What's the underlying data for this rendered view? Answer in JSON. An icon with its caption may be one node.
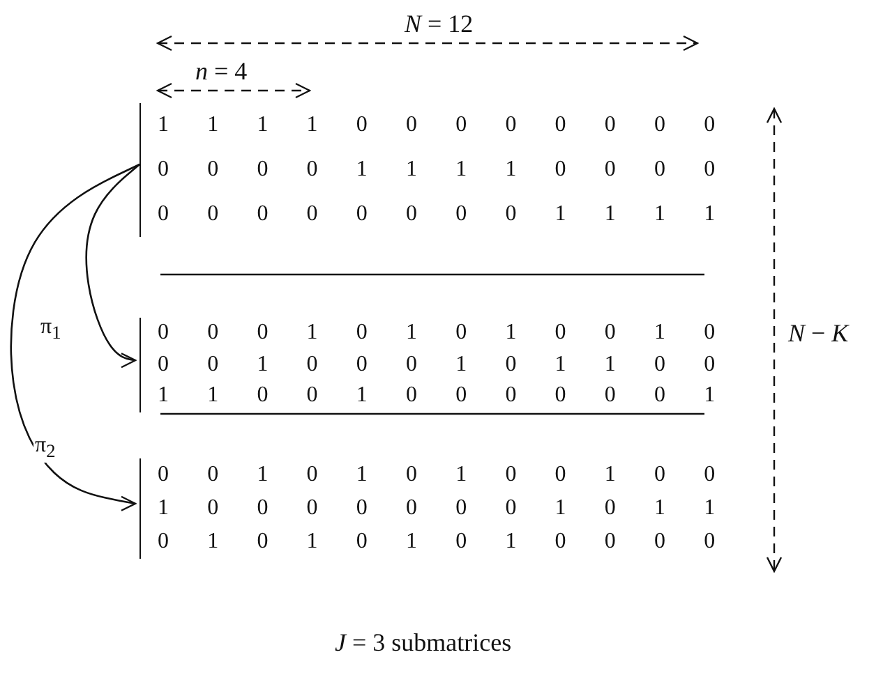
{
  "diagram": {
    "caption": "*J* = 3 submatrices",
    "nodes": [
      {
        "text": [
          "1 1 1 1 0 0 0 0 0 0 0 0",
          "0 0 0 0 1 1 1 1 0 0 0 0",
          "0 0 0 0 0 0 0 0 1 1 1 1"
        ]
      },
      {
        "text": [
          "0 0 0 1 0 1 0 1 0 0 1 0",
          "0 0 1 0 0 0 1 0 1 1 0 0",
          "1 1 0 0 1 0 0 0 0 0 0 1"
        ]
      },
      {
        "text": [
          "0 0 1 0 1 0 1 0 0 1 0 0",
          "1 0 0 0 0 0 0 0 1 0 1 1",
          "0 1 0 1 0 1 0 1 0 0 0 0"
        ]
      }
    ],
    "edges": [
      {
        "from": 0,
        "to": 1,
        "arrow": "to",
        "label": "π$_{1}$"
      },
      {
        "from": 0,
        "to": 2,
        "arrow": "to",
        "label": "π$_{2}$"
      }
    ],
    "labels": [
      "*N* = 12",
      "*n* = 4",
      "*N* − *K*"
    ]
  }
}
